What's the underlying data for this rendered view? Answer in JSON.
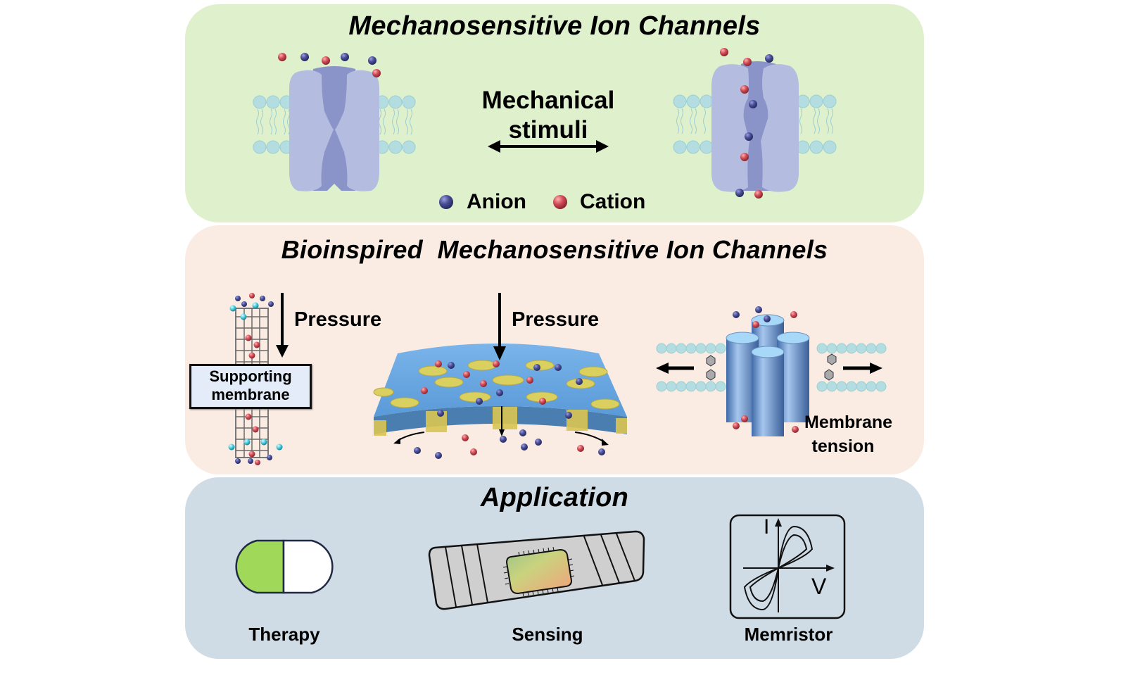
{
  "figure": {
    "colors": {
      "panel_natural_bg": "#dff0cc",
      "panel_bioinspired_bg": "#fbece3",
      "panel_application_bg": "#cfdce6",
      "anion": "#4a4e96",
      "cation": "#d24d58",
      "channel_protein": "#b4bce0",
      "channel_pore": "#8a94c8",
      "lipid_head": "#b3dde0",
      "pill_green": "#a0d95a",
      "nanochannel_membrane": "#6aa6e0",
      "cylinder_channel": "#7aa2d6"
    },
    "panels": {
      "natural": {
        "title": "Mechanosensitive Ion Channels",
        "center_label_line1": "Mechanical",
        "center_label_line2": "stimuli",
        "left_state": "closed channel",
        "right_state": "open channel",
        "legend": [
          {
            "label": "Anion",
            "icon": "anion-sphere-icon"
          },
          {
            "label": "Cation",
            "icon": "cation-sphere-icon"
          }
        ]
      },
      "bioinspired": {
        "title": "Bioinspired  Mechanosensitive Ion Channels",
        "nanotube": {
          "pressure_label": "Pressure",
          "support_line1": "Supporting",
          "support_line2": "membrane"
        },
        "membrane": {
          "pressure_label": "Pressure"
        },
        "tension": {
          "label_line1": "Membrane",
          "label_line2": "tension"
        }
      },
      "application": {
        "title": "Application",
        "items": [
          {
            "label": "Therapy",
            "icon": "capsule-icon"
          },
          {
            "label": "Sensing",
            "icon": "sensor-chip-icon"
          },
          {
            "label": "Memristor",
            "icon": "iv-hysteresis-icon",
            "axis_y": "I",
            "axis_x": "V"
          }
        ]
      }
    }
  }
}
